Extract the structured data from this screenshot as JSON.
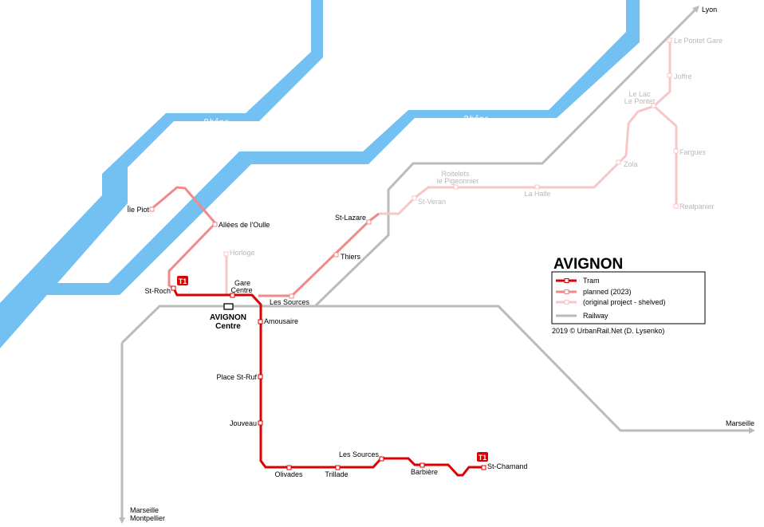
{
  "map": {
    "title": "AVIGNON",
    "credit": "2019 © UrbanRail.Net (D. Lysenko)",
    "colors": {
      "river": "#72c1f2",
      "tram": "#dd0000",
      "planned": "#f08a8a",
      "shelved": "#f7c7c7",
      "railway": "#bbbbbb"
    },
    "rivers": [
      "Rhône",
      "Rhône"
    ],
    "legend": {
      "tram": "Tram",
      "planned": "planned (2023)",
      "shelved": "(original project - shelved)",
      "railway": "Railway"
    },
    "line_badge": "T1",
    "main_station": {
      "line1": "AVIGNON",
      "line2": "Centre"
    },
    "railway_destinations": {
      "lyon": "Lyon",
      "marseille": "Marseille",
      "marseille_montpellier_1": "Marseille",
      "marseille_montpellier_2": "Montpellier"
    },
    "tram_stations": {
      "st_roch": "St-Roch",
      "gare_centre_1": "Gare",
      "gare_centre_2": "Centre",
      "les_sources_north": "Les Sources",
      "amousaire": "Amousaire",
      "place_st_ruf": "Place St-Ruf",
      "jouveau": "Jouveau",
      "olivades": "Olivades",
      "trillade": "Trillade",
      "les_sources_south": "Les Sources",
      "barbiere": "Barbière",
      "st_chamand": "St-Chamand"
    },
    "planned_stations": {
      "ile_piot": "Île Piot",
      "allees_oulle": "Allées de l'Oulle",
      "thiers": "Thiers",
      "st_lazare": "St-Lazare"
    },
    "shelved_stations": {
      "horloge": "Horloge",
      "st_veran": "St-Veran",
      "roitelets_1": "Roitelets",
      "roitelets_2": "le Pigeonnier",
      "la_halle": "La Halle",
      "zola": "Zola",
      "le_lac_1": "Le Lac",
      "le_lac_2": "Le Pontet",
      "joffre": "Joffre",
      "le_pontet_gare": "Le Pontet Gare",
      "fargues": "Fargues",
      "realpanier": "Realpanier"
    }
  }
}
